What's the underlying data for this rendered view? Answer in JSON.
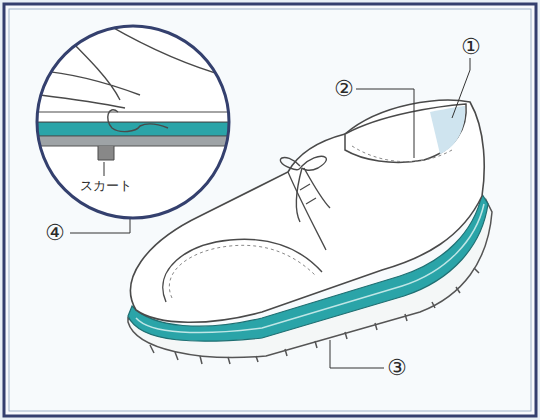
{
  "diagram": {
    "labels": [
      "①",
      "②",
      "③",
      "④",
      "スカート"
    ]
  }
}
